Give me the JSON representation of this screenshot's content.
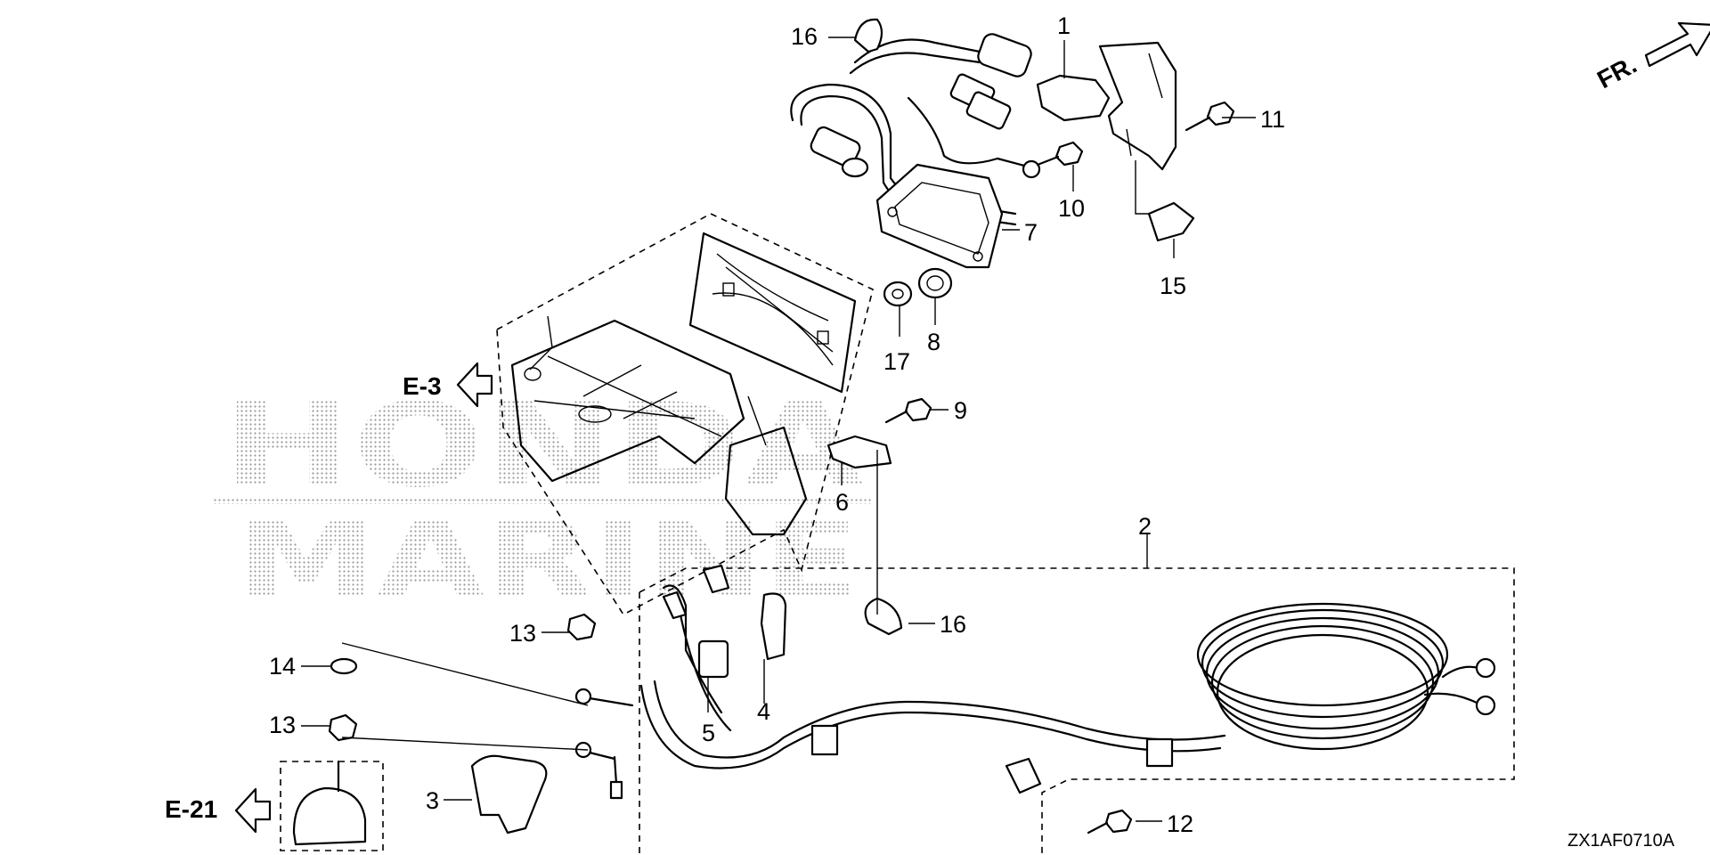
{
  "diagram": {
    "code": "ZX1AF0710A",
    "front_marker": "FR.",
    "refs": {
      "e3": "E-3",
      "e21": "E-21"
    },
    "watermark": {
      "line1": "HONDA",
      "line2": "MARINE"
    },
    "callouts": {
      "c1": "1",
      "c2": "2",
      "c3": "3",
      "c4": "4",
      "c5": "5",
      "c6": "6",
      "c7": "7",
      "c8": "8",
      "c9": "9",
      "c10": "10",
      "c11": "11",
      "c12": "12",
      "c13a": "13",
      "c13b": "13",
      "c14": "14",
      "c15": "15",
      "c16a": "16",
      "c16b": "16",
      "c17": "17"
    }
  }
}
